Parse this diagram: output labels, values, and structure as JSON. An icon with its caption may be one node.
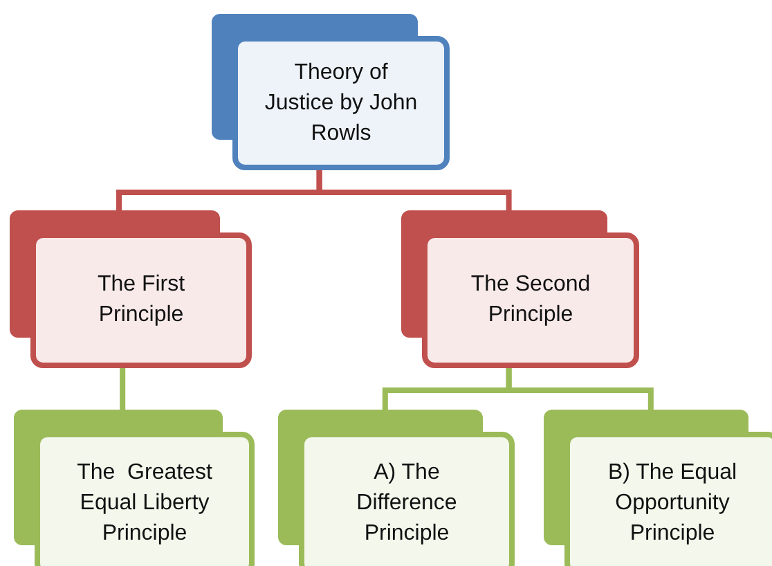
{
  "diagram": {
    "nodes": [
      {
        "text": [
          "Theory of Justice by John Rowls"
        ]
      },
      {
        "text": [
          "The First Principle"
        ]
      },
      {
        "text": [
          "The Second Principle"
        ]
      },
      {
        "text": [
          "The  Greatest Equal Liberty Principle"
        ]
      },
      {
        "text": [
          "A) The Difference Principle"
        ]
      },
      {
        "text": [
          "B) The Equal Opportunity Principle"
        ]
      }
    ],
    "edges": [
      {
        "from": 0,
        "to": 1,
        "arrow": "none",
        "color": "#c0504d"
      },
      {
        "from": 0,
        "to": 2,
        "arrow": "none",
        "color": "#c0504d"
      },
      {
        "from": 1,
        "to": 3,
        "arrow": "none"
      },
      {
        "from": 2,
        "to": 4,
        "arrow": "none"
      },
      {
        "from": 2,
        "to": 5,
        "arrow": "none"
      }
    ]
  }
}
